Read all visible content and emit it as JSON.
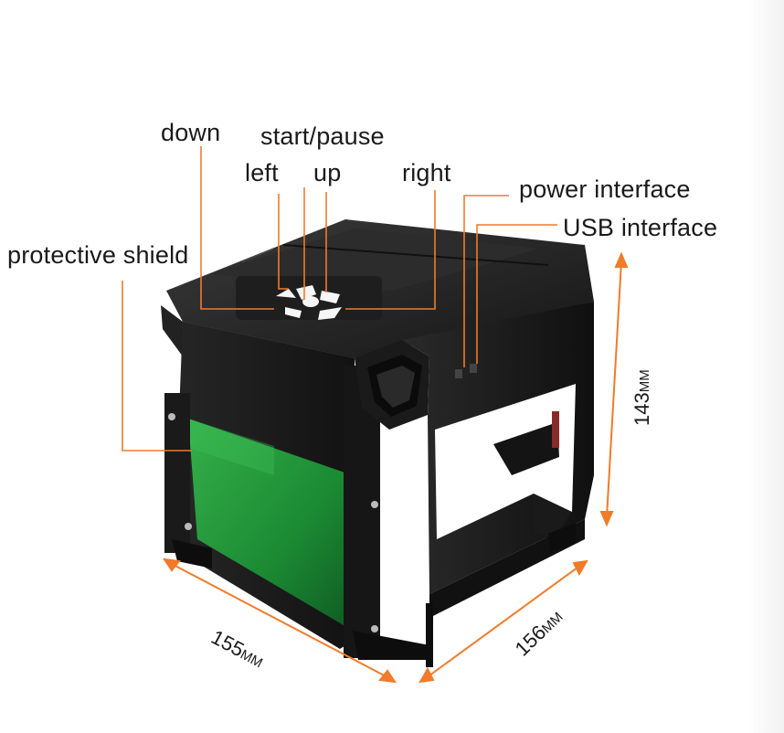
{
  "callouts": {
    "down": "down",
    "start_pause": "start/pause",
    "left": "left",
    "up": "up",
    "right": "right",
    "power_interface": "power interface",
    "usb_interface": "USB interface",
    "protective_shield": "protective shield"
  },
  "dimensions": {
    "width_value": "155",
    "depth_value": "156",
    "height_value": "143",
    "unit": "MM"
  },
  "colors": {
    "callout_line": "#f07b2a",
    "body": "#1c1c1c",
    "shield": "#1f9a3a",
    "arrow": "#f07b2a"
  }
}
